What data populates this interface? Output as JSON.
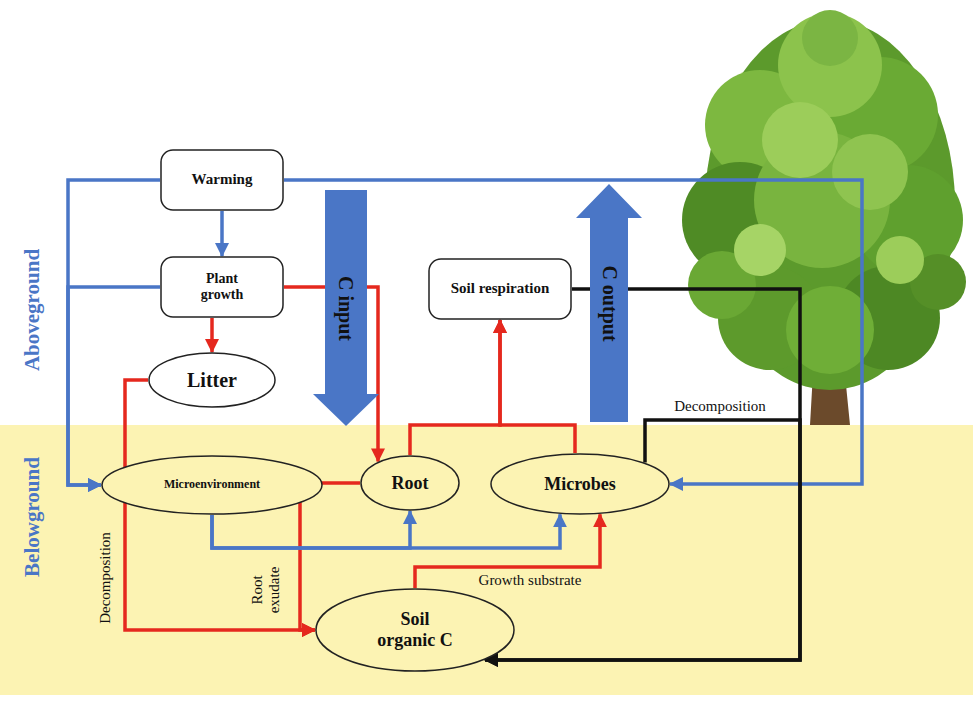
{
  "diagram": {
    "nodes": [
      {
        "text": [
          "Warming"
        ]
      },
      {
        "text": [
          "Plant growth"
        ]
      },
      {
        "text": [
          "C input"
        ]
      },
      {
        "text": [
          "Soil respiration"
        ]
      },
      {
        "text": [
          "C output"
        ]
      },
      {
        "text": [
          "Litter"
        ]
      },
      {
        "text": [
          "Microenvironment"
        ]
      },
      {
        "text": [
          "Root"
        ]
      },
      {
        "text": [
          "Microbes"
        ]
      },
      {
        "text": [
          "Soil organic C"
        ]
      }
    ],
    "edges": [
      {
        "from": 0,
        "to": 1,
        "arrow": "to"
      },
      {
        "from": 0,
        "to": 6,
        "arrow": "to"
      },
      {
        "from": 1,
        "to": 6,
        "arrow": "to"
      },
      {
        "from": 0,
        "to": 8,
        "arrow": "to"
      },
      {
        "from": 1,
        "to": 5,
        "arrow": "to"
      },
      {
        "from": 1,
        "to": 7,
        "arrow": "to"
      },
      {
        "from": 7,
        "to": 3,
        "arrow": "to"
      },
      {
        "from": 8,
        "to": 3,
        "arrow": "to"
      },
      {
        "from": 5,
        "to": 9,
        "label": "Decomposition",
        "arrow": "to"
      },
      {
        "from": 7,
        "to": 9,
        "label": "Root exudate",
        "arrow": "to"
      },
      {
        "from": 9,
        "to": 8,
        "label": "Growth substrate",
        "arrow": "to"
      },
      {
        "from": 6,
        "to": 7,
        "arrow": "to"
      },
      {
        "from": 6,
        "to": 8,
        "arrow": "to"
      },
      {
        "from": 3,
        "to": 9,
        "arrow": "to"
      },
      {
        "from": 8,
        "to": 9,
        "label": "Decomposition",
        "arrow": "to"
      }
    ],
    "labels": [
      "Aboveground",
      "Belowground"
    ]
  }
}
